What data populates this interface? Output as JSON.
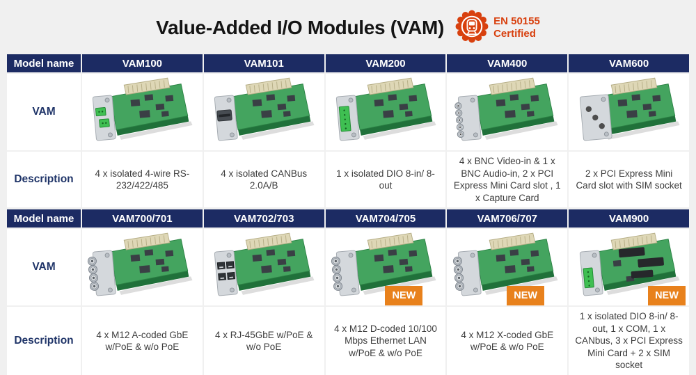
{
  "title": "Value-Added I/O Modules (VAM)",
  "badge": {
    "line1": "EN 50155",
    "line2": "Certified",
    "icon": "train-seal-icon",
    "color": "#d8400e"
  },
  "colors": {
    "header_bg": "#1c2b63",
    "header_text": "#ffffff",
    "row_label_text": "#1f3468",
    "description_text": "#3c3c3c",
    "new_badge_bg": "#e8811c",
    "new_badge_text": "#ffffff",
    "page_bg": "#f0f0f0",
    "pcb_green": "#44a45f"
  },
  "table": {
    "model_header": "Model name",
    "row_labels": {
      "vam": "VAM",
      "description": "Description"
    },
    "new_label": "NEW",
    "sections": [
      {
        "columns": [
          {
            "model": "VAM100",
            "description": "4 x isolated 4-wire RS-232/422/485",
            "new": false,
            "image": "terminal2",
            "image_icon": "pcb-module-terminal-blocks-icon"
          },
          {
            "model": "VAM101",
            "description": "4 x isolated CANBus 2.0A/B",
            "new": false,
            "image": "cfslot",
            "image_icon": "pcb-module-slot-icon"
          },
          {
            "model": "VAM200",
            "description": "1 x isolated DIO 8-in/ 8-out",
            "new": false,
            "image": "terminal",
            "image_icon": "pcb-module-terminal-strip-icon"
          },
          {
            "model": "VAM400",
            "description": "4 x BNC Video-in & 1 x BNC Audio-in, 2 x PCI Express Mini Card slot , 1 x Capture Card",
            "new": false,
            "image": "bnc",
            "image_icon": "pcb-module-bnc-connectors-icon"
          },
          {
            "model": "VAM600",
            "description": "2 x PCI Express Mini Card slot with SIM socket",
            "new": false,
            "image": "holes",
            "image_icon": "pcb-module-antenna-holes-icon"
          }
        ]
      },
      {
        "columns": [
          {
            "model": "VAM700/701",
            "description": "4 x M12 A-coded GbE w/PoE & w/o PoE",
            "new": false,
            "image": "m12",
            "image_icon": "pcb-module-m12-connectors-icon"
          },
          {
            "model": "VAM702/703",
            "description": "4 x RJ-45GbE w/PoE & w/o PoE",
            "new": false,
            "image": "rj45",
            "image_icon": "pcb-module-rj45-jacks-icon"
          },
          {
            "model": "VAM704/705",
            "description": "4 x M12 D-coded 10/100 Mbps Ethernet LAN w/PoE & w/o PoE",
            "new": true,
            "image": "m12",
            "image_icon": "pcb-module-m12-connectors-icon"
          },
          {
            "model": "VAM706/707",
            "description": "4 x M12 X-coded GbE w/PoE & w/o PoE",
            "new": true,
            "image": "m12",
            "image_icon": "pcb-module-m12-connectors-icon"
          },
          {
            "model": "VAM900",
            "description": "1 x isolated DIO 8-in/ 8-out, 1 x COM, 1 x CANbus, 3 x PCI Express Mini Card + 2 x SIM socket",
            "new": true,
            "image": "sockets",
            "image_icon": "pcb-module-minicard-sockets-icon"
          }
        ]
      }
    ]
  }
}
